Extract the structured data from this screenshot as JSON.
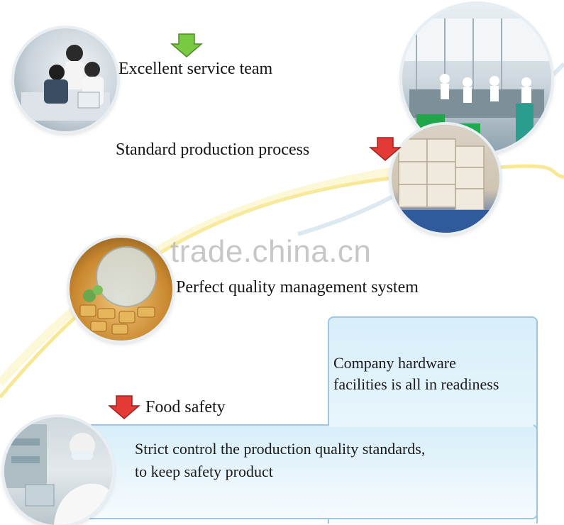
{
  "items": [
    {
      "label": "Excellent service team",
      "arrow_color": "#7ac943"
    },
    {
      "label": "Standard production process",
      "arrow_color": "#e53935"
    },
    {
      "label": "Perfect quality management system"
    },
    {
      "label": "Food safety",
      "arrow_color": "#e53935"
    }
  ],
  "panel": {
    "top_text_line1": "Company hardware",
    "top_text_line2": "facilities is all in readiness",
    "bottom_text_line1": "Strict control the production quality standards,",
    "bottom_text_line2": " to keep safety product"
  },
  "watermark": "trade.china.cn",
  "colors": {
    "panel_border": "#9cc8e6",
    "swoosh_yellow": "#f6e27a",
    "swoosh_blue": "#cfe0ea"
  }
}
